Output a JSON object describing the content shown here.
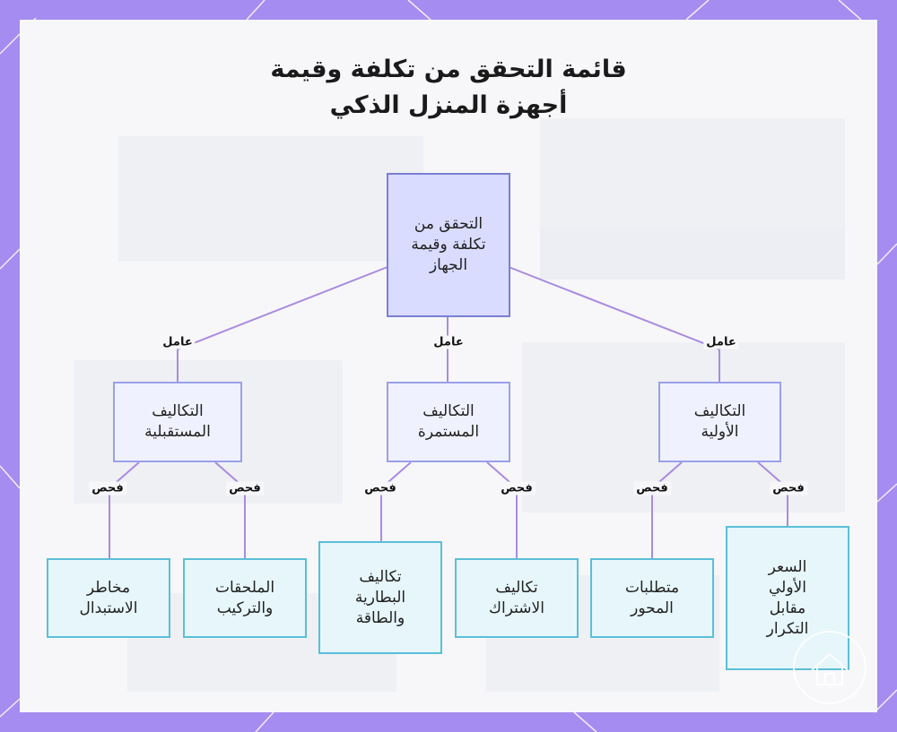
{
  "title": {
    "line1": "قائمة التحقق من تكلفة وقيمة",
    "line2": "أجهزة المنزل الذكي"
  },
  "root": "التحقق من تكلفة وقيمة الجهاز",
  "edge_labels": {
    "factor": "عامل",
    "check": "فحص"
  },
  "categories": {
    "upfront": "التكاليف الأولية",
    "ongoing": "التكاليف المستمرة",
    "future": "التكاليف المستقبلية"
  },
  "checks": {
    "initial_price": "السعر الأولي مقابل التكرار",
    "hub_requirements": "متطلبات المحور",
    "subscription_costs": "تكاليف الاشتراك",
    "battery_energy": "تكاليف البطارية والطاقة",
    "accessories_install": "الملحقات والتركيب",
    "replacement_risks": "مخاطر الاستبدال"
  },
  "colors": {
    "frame": "#a58cf0",
    "panel": "#f7f7fa",
    "root_fill": "#d9dcff",
    "root_border": "#7b7fd6",
    "mid_fill": "#f0f1ff",
    "mid_border": "#9aa0e8",
    "leaf_fill": "#e6f6fb",
    "leaf_border": "#5bbfd8",
    "connector": "#a98be0"
  }
}
